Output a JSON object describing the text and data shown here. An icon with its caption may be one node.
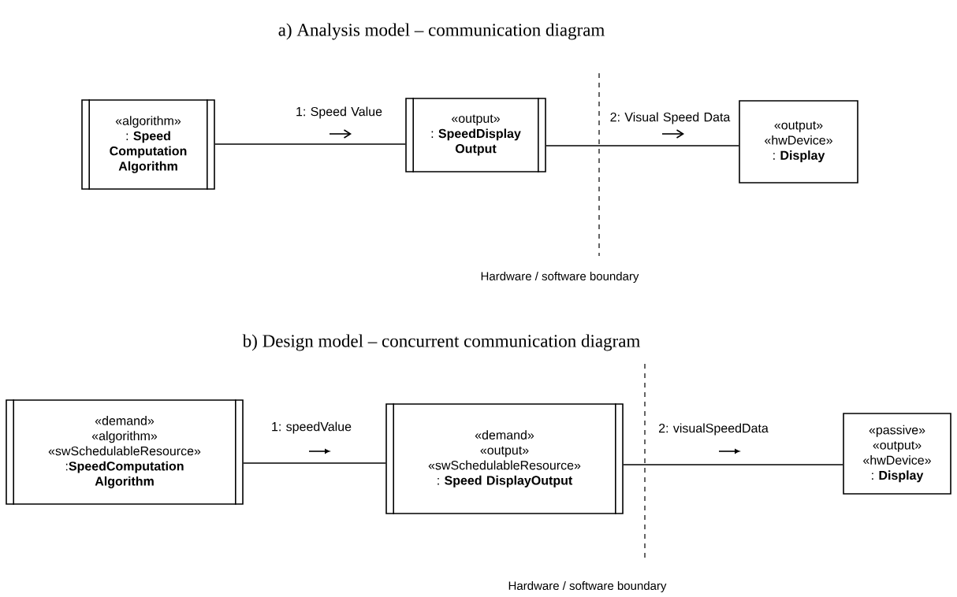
{
  "diagram": {
    "nodes": [
      {
        "text": [
          "«algorithm»",
          ": **Speed Computation Algorithm**"
        ]
      },
      {
        "text": [
          "«output»",
          ": **SpeedDisplay Output**"
        ]
      },
      {
        "text": [
          "«output»",
          "«hwDevice»",
          ": **Display**"
        ]
      },
      {
        "text": [
          "«demand»",
          "«algorithm»",
          "«swSchedulableResource»",
          ":**SpeedComputation Algorithm**"
        ]
      },
      {
        "text": [
          "«demand»",
          "«output»",
          "«swSchedulableResource»",
          ": **Speed DisplayOutput**"
        ]
      },
      {
        "text": [
          "«passive»",
          "«output»",
          "«hwDevice»",
          ": **Display**"
        ]
      }
    ],
    "edges": [
      {
        "from": 0,
        "to": 1,
        "arrow": "none",
        "label": "1: Speed Value"
      },
      {
        "from": 1,
        "to": 2,
        "arrow": "none",
        "label": "2: Visual Speed Data"
      },
      {
        "from": 3,
        "to": 4,
        "arrow": "none",
        "label": "1: speedValue"
      },
      {
        "from": 4,
        "to": 5,
        "arrow": "none",
        "label": "2: visualSpeedData"
      }
    ],
    "labels": [
      "a) Analysis model – communication diagram",
      "Hardware / software boundary",
      "b) Design model – concurrent communication diagram",
      "Hardware / software boundary"
    ]
  }
}
